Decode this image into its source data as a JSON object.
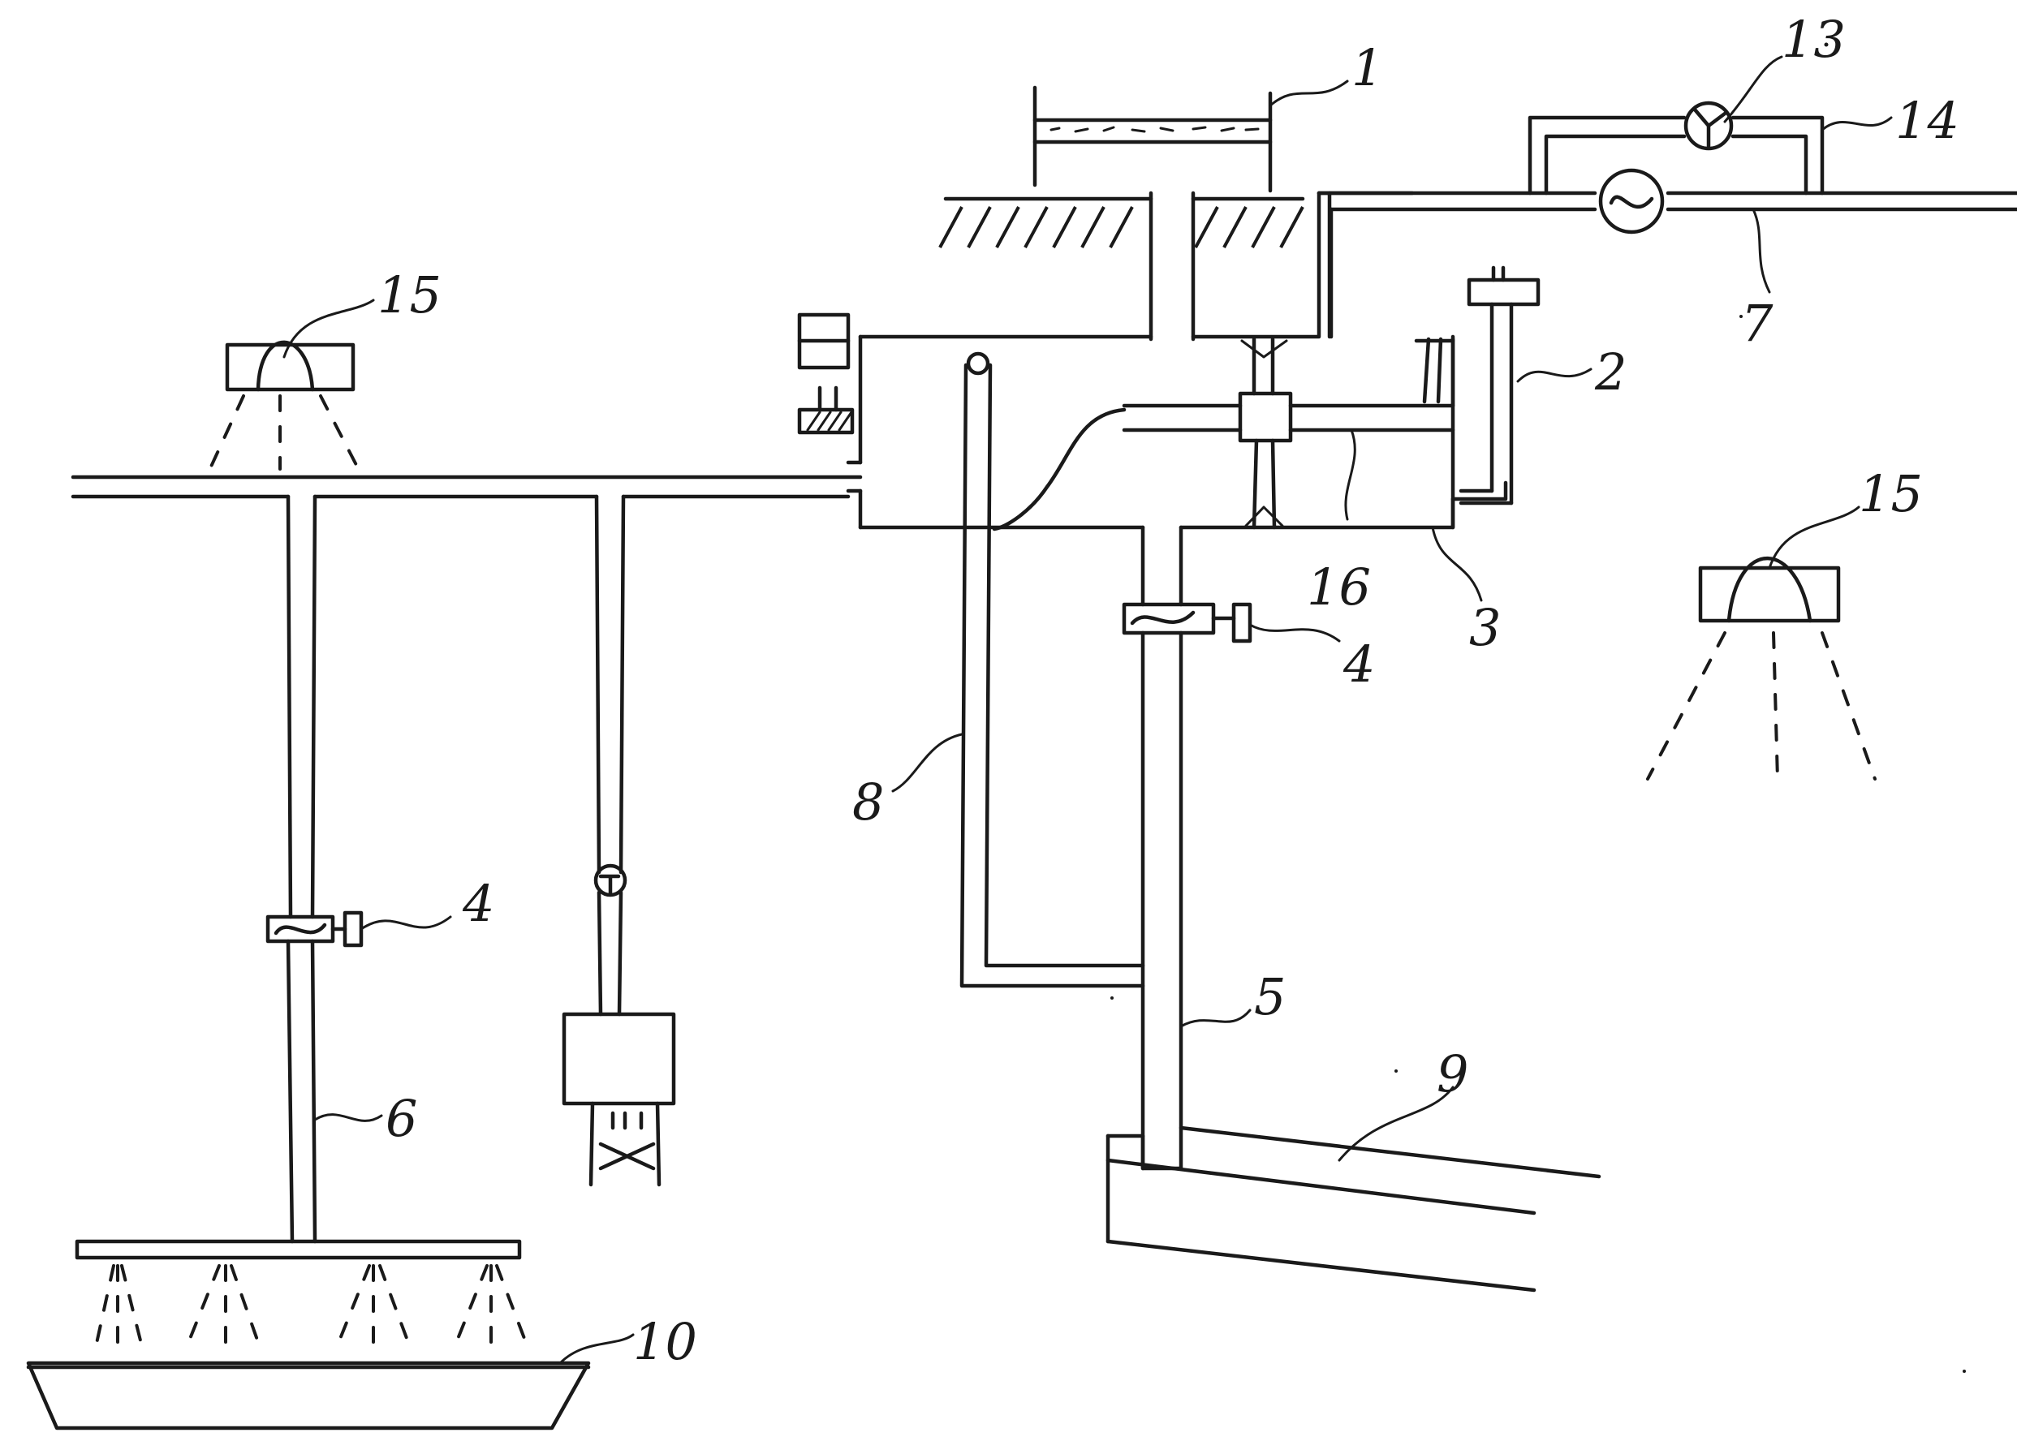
{
  "labels": {
    "n1": "1",
    "n2": "2",
    "n3": "3",
    "n4a": "4",
    "n4b": "4",
    "n5": "5",
    "n6": "6",
    "n7": "7",
    "n8": "8",
    "n9": "9",
    "n10": "10",
    "n13": "13",
    "n14": "14",
    "n15a": "15",
    "n15b": "15",
    "n16": "16"
  }
}
